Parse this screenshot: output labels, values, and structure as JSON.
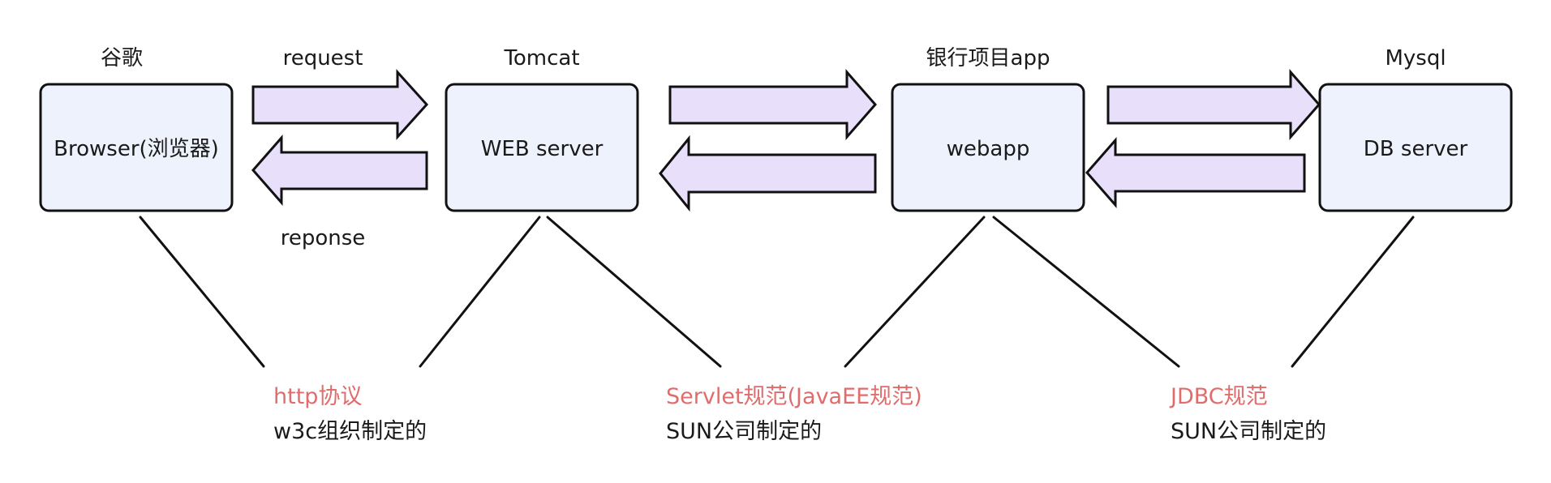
{
  "nodes": {
    "browser": {
      "top_label": "谷歌",
      "box_label": "Browser(浏览器)"
    },
    "web_server": {
      "top_label": "Tomcat",
      "box_label": "WEB server"
    },
    "webapp": {
      "top_label": "银行项目app",
      "box_label": "webapp"
    },
    "db_server": {
      "top_label": "Mysql",
      "box_label": "DB server"
    }
  },
  "arrows": {
    "request_label": "request",
    "response_label": "reponse"
  },
  "specs": {
    "http": {
      "title": "http协议",
      "maker": "w3c组织制定的"
    },
    "servlet": {
      "title": "Servlet规范(JavaEE规范)",
      "maker": "SUN公司制定的"
    },
    "jdbc": {
      "title": "JDBC规范",
      "maker": "SUN公司制定的"
    }
  },
  "colors": {
    "box_fill": "#eef2fc",
    "arrow_fill": "#e8e0fb",
    "spec_title": "#e06c6c",
    "stroke": "#111111"
  }
}
